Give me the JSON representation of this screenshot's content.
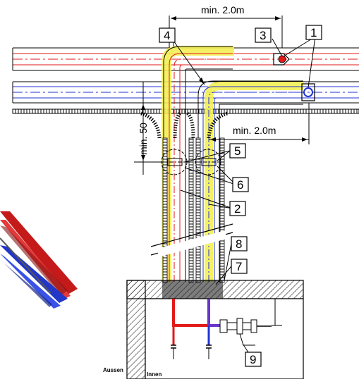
{
  "dimensions": {
    "top_spacing": "min. 2.0m",
    "right_spacing": "min. 2.0m",
    "vertical_spacing": "min. 50"
  },
  "callouts": [
    "1",
    "2",
    "3",
    "4",
    "5",
    "6",
    "7",
    "8",
    "9"
  ],
  "labels": {
    "outside": "Aussen",
    "inside": "Innen"
  },
  "colors": {
    "supply_red": "#e21a1a",
    "return_blue": "#2233d6",
    "insulation_yellow": "#f3ef55",
    "grey_pipe": "#666666",
    "line_black": "#000000"
  }
}
